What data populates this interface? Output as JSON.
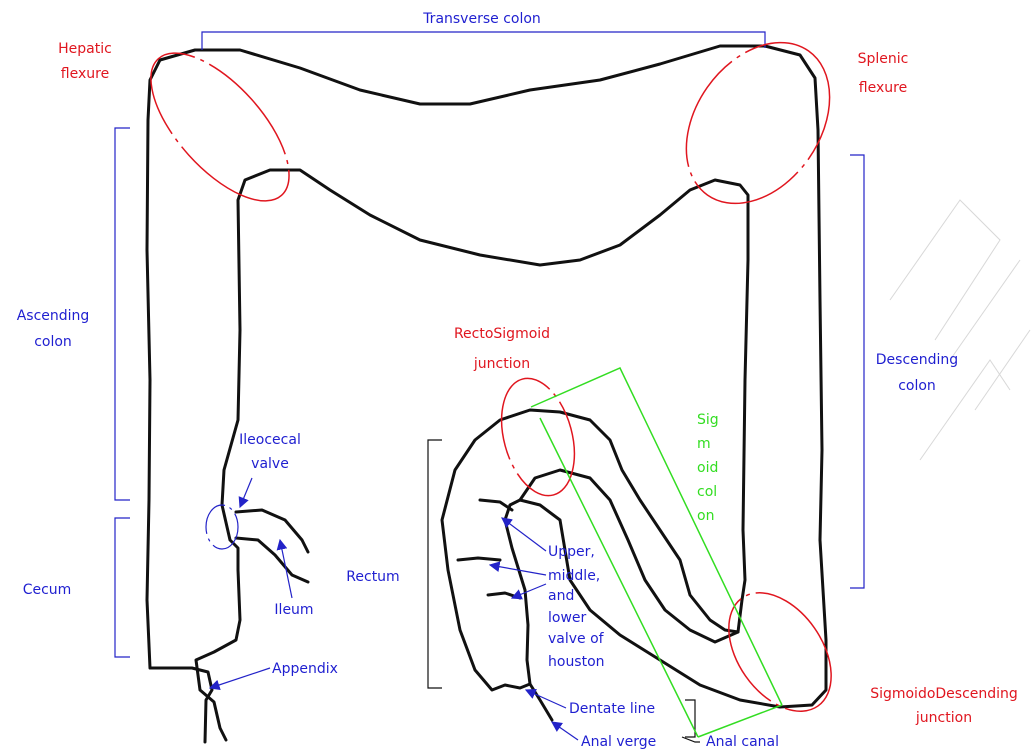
{
  "labels": {
    "transverse": "Transverse colon",
    "hepatic_1": "Hepatic",
    "hepatic_2": "flexure",
    "splenic_1": "Splenic",
    "splenic_2": "flexure",
    "ascending_1": "Ascending",
    "ascending_2": "colon",
    "descending_1": "Descending",
    "descending_2": "colon",
    "rectosigmoid_1": "RectoSigmoid",
    "rectosigmoid_2": "junction",
    "sigmoid_1": "Sig",
    "sigmoid_2": "m",
    "sigmoid_3": "oid",
    "sigmoid_4": "col",
    "sigmoid_5": "on",
    "ileocecal_1": "Ileocecal",
    "ileocecal_2": "valve",
    "cecum": "Cecum",
    "ileum": "Ileum",
    "rectum": "Rectum",
    "houston_1": "Upper,",
    "houston_2": "middle,",
    "houston_3": "and",
    "houston_4": "lower",
    "houston_5": "valve of",
    "houston_6": "houston",
    "appendix": "Appendix",
    "dentate": "Dentate line",
    "anal_verge": "Anal verge",
    "anal_canal": "Anal canal",
    "sigdesc_1": "SigmoidoDescending",
    "sigdesc_2": "junction"
  },
  "colors": {
    "anatomy_label": "#1f1fd0",
    "junction_label": "#e0161f",
    "sigmoid_label": "#33dd22",
    "outline": "#111111"
  }
}
